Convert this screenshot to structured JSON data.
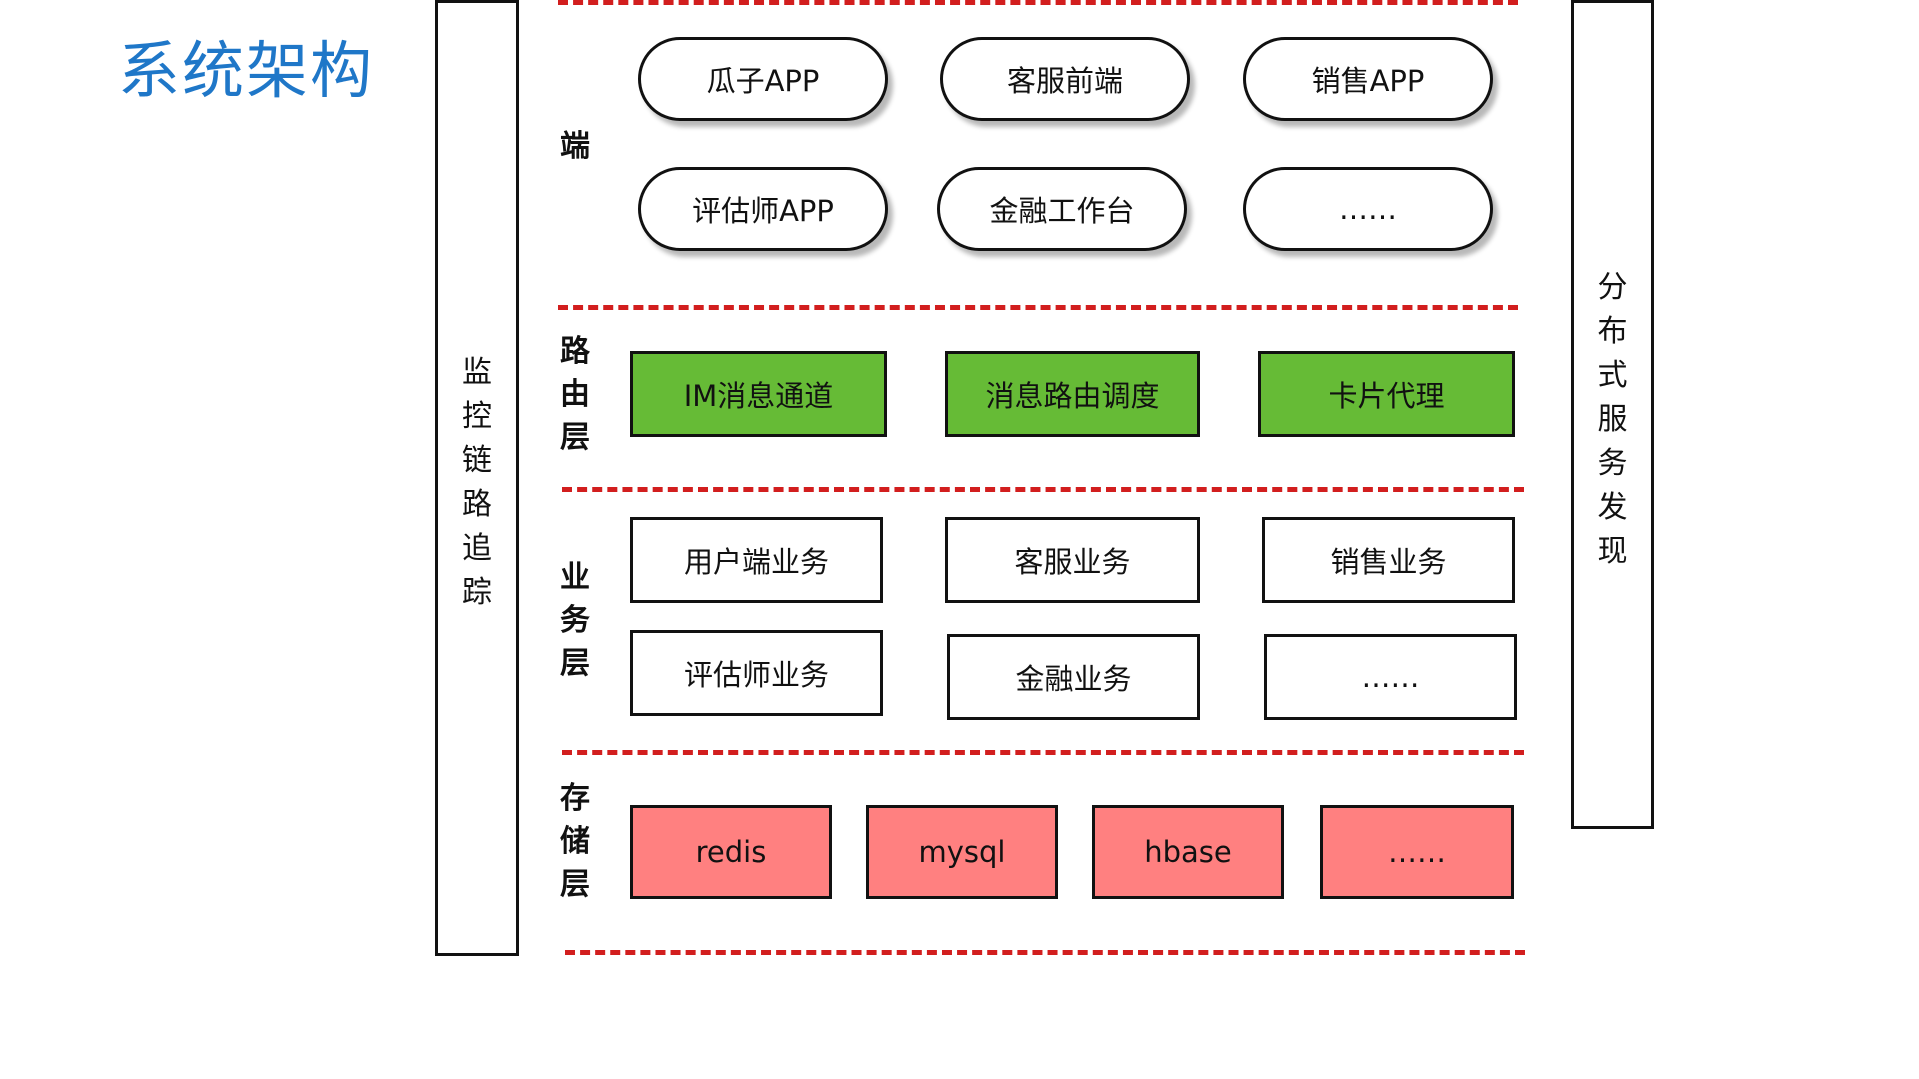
{
  "title": "系统架构",
  "left_panel": {
    "chars": [
      "监",
      "控",
      "链",
      "路",
      "追",
      "踪"
    ]
  },
  "right_panel": {
    "chars": [
      "分",
      "布",
      "式",
      "服",
      "务",
      "发",
      "现"
    ]
  },
  "layers": {
    "client": {
      "label": [
        "端"
      ],
      "nodes": [
        "瓜子APP",
        "客服前端",
        "销售APP",
        "评估师APP",
        "金融工作台",
        "……"
      ]
    },
    "route": {
      "label": [
        "路",
        "由",
        "层"
      ],
      "nodes": [
        "IM消息通道",
        "消息路由调度",
        "卡片代理"
      ]
    },
    "business": {
      "label": [
        "业",
        "务",
        "层"
      ],
      "nodes": [
        "用户端业务",
        "客服业务",
        "销售业务",
        "评估师业务",
        "金融业务",
        "……"
      ]
    },
    "storage": {
      "label": [
        "存",
        "储",
        "层"
      ],
      "nodes": [
        "redis",
        "mysql",
        "hbase",
        "……"
      ]
    }
  },
  "colors": {
    "title": "#1f77c8",
    "dashed_divider": "#d21e1e",
    "route_fill": "#66bb36",
    "storage_fill": "#ff8080"
  }
}
